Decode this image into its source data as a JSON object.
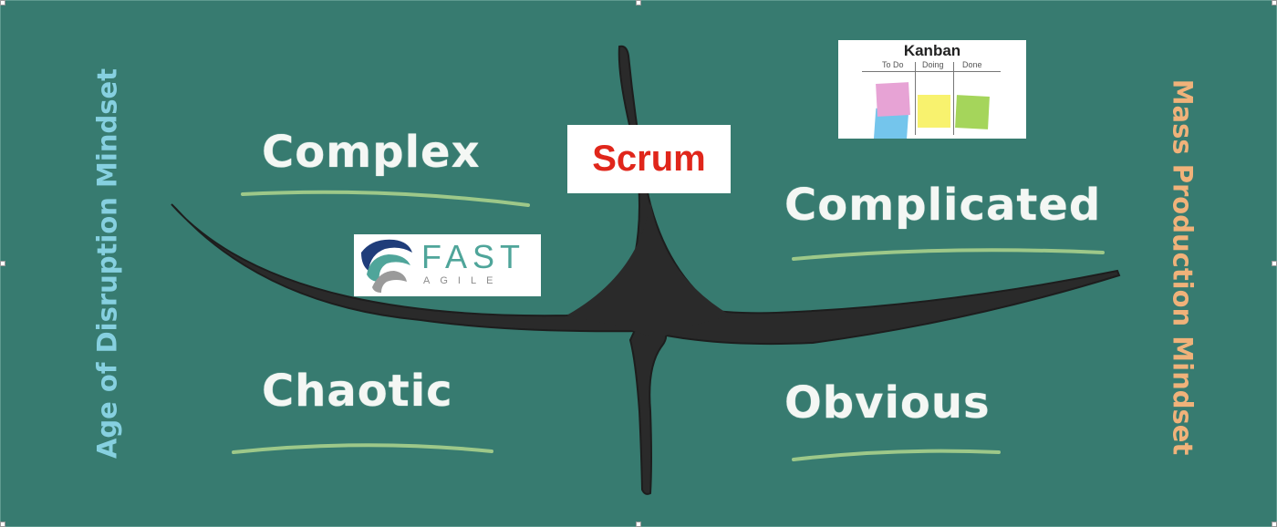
{
  "domains": {
    "complex": "Complex",
    "complicated": "Complicated",
    "chaotic": "Chaotic",
    "obvious": "Obvious"
  },
  "side_labels": {
    "left": "Age of Disruption Mindset",
    "right": "Mass Production Mindset"
  },
  "badges": {
    "scrum": "Scrum",
    "kanban": {
      "title": "Kanban",
      "columns": [
        "To Do",
        "Doing",
        "Done"
      ]
    },
    "fast_agile": {
      "word": "FAST",
      "subword": "AGILE"
    }
  },
  "colors": {
    "board": "#377b70",
    "chalk": "#f4f7f4",
    "underline": "#a8d08c",
    "divider": "#2a2a2a",
    "left_label": "#86d0e0",
    "right_label": "#f0b27a",
    "scrum_text": "#e0261b",
    "fast_text": "#4fa59a",
    "sticky_pink": "#e7a3d5",
    "sticky_blue": "#74c5ec",
    "sticky_yellow": "#f8f26e",
    "sticky_green": "#a5d55b"
  }
}
